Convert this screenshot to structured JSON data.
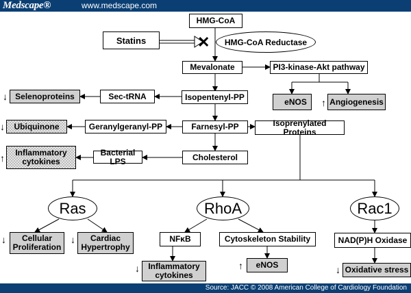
{
  "header": {
    "logo": "Medscape®",
    "url": "www.medscape.com"
  },
  "footer": {
    "source": "Source: JACC © 2008 American College of Cardiology Foundation"
  },
  "diagram": {
    "hmg_coa": "HMG-CoA",
    "statins": "Statins",
    "block_symbol": "✕",
    "hmg_coa_reductase": "HMG-CoA Reductase",
    "mevalonate": "Mevalonate",
    "pi3k": "PI3-kinase-Akt pathway",
    "enos_top": "eNOS",
    "angiogenesis": "Angiogenesis",
    "selenoproteins": "Selenoproteins",
    "sec_trna": "Sec-tRNA",
    "isopentenyl_pp": "Isopentenyl-PP",
    "ubiquinone": "Ubiquinone",
    "geranylgeranyl_pp": "Geranylgeranyl-PP",
    "farnesyl_pp": "Farnesyl-PP",
    "isoprenylated_proteins": "Isoprenylated Proteins",
    "inflammatory_cytokines_top": "Inflammatory cytokines",
    "bacterial_lps": "Bacterial LPS",
    "cholesterol": "Cholesterol",
    "ras": "Ras",
    "rhoa": "RhoA",
    "rac1": "Rac1",
    "cellular_proliferation": "Cellular Proliferation",
    "cardiac_hypertrophy": "Cardiac Hypertrophy",
    "nfkb": "NFκB",
    "cytoskeleton_stability": "Cytoskeleton Stability",
    "nadph_oxidase": "NAD(P)H Oxidase",
    "inflammatory_cytokines_bottom": "Inflammatory cytokines",
    "enos_bottom": "eNOS",
    "oxidative_stress": "Oxidative stress",
    "arrows": {
      "up": "↑",
      "down": "↓"
    }
  }
}
